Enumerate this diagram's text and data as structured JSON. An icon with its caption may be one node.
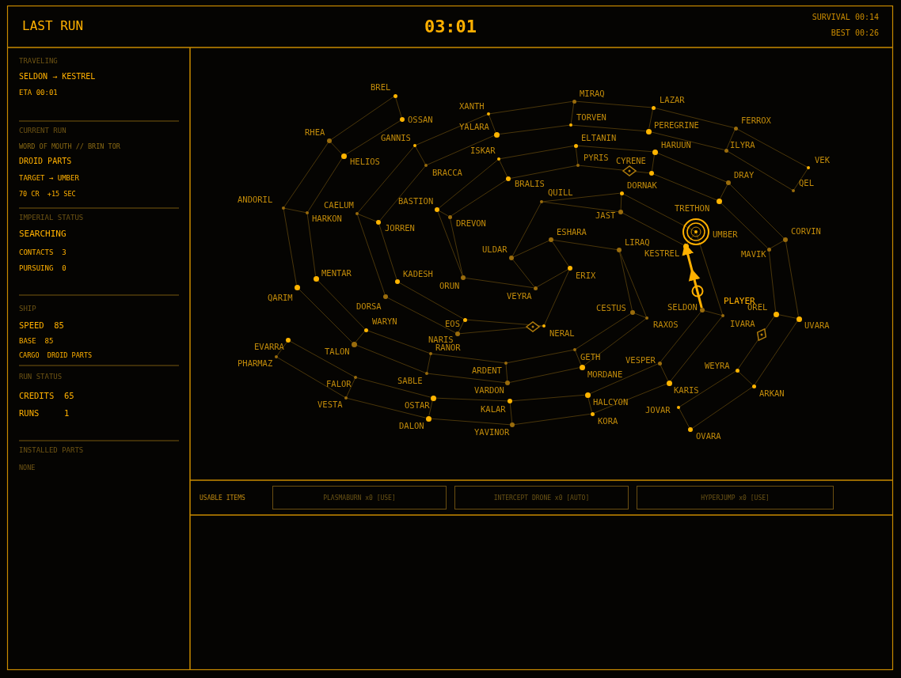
{
  "diagram": {
    "nodes": [
      {
        "text": [
          "BREL"
        ]
      },
      {
        "text": [
          "OSSAN"
        ]
      },
      {
        "text": [
          "RHEA"
        ]
      },
      {
        "text": [
          "HELIOS"
        ]
      },
      {
        "text": [
          "GANNIS"
        ]
      },
      {
        "text": [
          "BRACCA"
        ]
      },
      {
        "text": [
          "XANTH"
        ]
      },
      {
        "text": [
          "YALARA"
        ]
      },
      {
        "text": [
          "ISKAR"
        ]
      },
      {
        "text": [
          "BRALIS"
        ]
      },
      {
        "text": [
          "MIRAQ"
        ]
      },
      {
        "text": [
          "TORVEN"
        ]
      },
      {
        "text": [
          "LAZAR"
        ]
      },
      {
        "text": [
          "PEREGRINE"
        ]
      },
      {
        "text": [
          "FERROX"
        ]
      },
      {
        "text": [
          "ILYRA"
        ]
      },
      {
        "text": [
          "VEK"
        ]
      },
      {
        "text": [
          "QEL"
        ]
      },
      {
        "text": [
          "ELTANIN"
        ]
      },
      {
        "text": [
          "PYRIS"
        ]
      },
      {
        "text": [
          "HARUUN"
        ]
      },
      {
        "text": [
          "CYRENE"
        ]
      },
      {
        "text": [
          "DRAY"
        ]
      },
      {
        "text": [
          "TRETHON"
        ]
      },
      {
        "text": [
          "ANDORIL"
        ]
      },
      {
        "text": [
          "HARKON"
        ]
      },
      {
        "text": [
          "CAELUM"
        ]
      },
      {
        "text": [
          "JORREN"
        ]
      },
      {
        "text": [
          "BASTION"
        ]
      },
      {
        "text": [
          "DREVON"
        ]
      },
      {
        "text": [
          "QUILL"
        ]
      },
      {
        "text": [
          "DORNAK"
        ]
      },
      {
        "text": [
          "JAST"
        ]
      },
      {
        "text": [
          "UMBER"
        ]
      },
      {
        "text": [
          "KESTREL"
        ]
      },
      {
        "text": [
          "CORVIN"
        ]
      },
      {
        "text": [
          "MAVIK"
        ]
      },
      {
        "text": [
          "ESHARA"
        ]
      },
      {
        "text": [
          "LIRAQ"
        ]
      },
      {
        "text": [
          "ULDAR"
        ]
      },
      {
        "text": [
          "ERIX"
        ]
      },
      {
        "text": [
          "MENTAR"
        ]
      },
      {
        "text": [
          "QARIM"
        ]
      },
      {
        "text": [
          "KADESH"
        ]
      },
      {
        "text": [
          "DORSA"
        ]
      },
      {
        "text": [
          "ORUN"
        ]
      },
      {
        "text": [
          "VEYRA"
        ]
      },
      {
        "text": [
          "EOS"
        ]
      },
      {
        "text": [
          "NARIS"
        ]
      },
      {
        "text": [
          "NERAL"
        ]
      },
      {
        "text": [
          "CESTUS"
        ]
      },
      {
        "text": [
          "RAXOS"
        ]
      },
      {
        "text": [
          "SELDON"
        ]
      },
      {
        "text": [
          "IVARA"
        ]
      },
      {
        "text": [
          "OREL"
        ]
      },
      {
        "text": [
          "UVARA"
        ]
      },
      {
        "text": [
          "EVARRA"
        ]
      },
      {
        "text": [
          "PHARMAZ"
        ]
      },
      {
        "text": [
          "WARYN"
        ]
      },
      {
        "text": [
          "TALON"
        ]
      },
      {
        "text": [
          "RANOR"
        ]
      },
      {
        "text": [
          "SABLE"
        ]
      },
      {
        "text": [
          "ARDENT"
        ]
      },
      {
        "text": [
          "VARDON"
        ]
      },
      {
        "text": [
          "GETH"
        ]
      },
      {
        "text": [
          "MORDANE"
        ]
      },
      {
        "text": [
          "VESPER"
        ]
      },
      {
        "text": [
          "KARIS"
        ]
      },
      {
        "text": [
          "WEYRA"
        ]
      },
      {
        "text": [
          "ARKAN"
        ]
      },
      {
        "text": [
          "FALOR"
        ]
      },
      {
        "text": [
          "VESTA"
        ]
      },
      {
        "text": [
          "OSTAR"
        ]
      },
      {
        "text": [
          "DALON"
        ]
      },
      {
        "text": [
          "KALAR"
        ]
      },
      {
        "text": [
          "YAVINOR"
        ]
      },
      {
        "text": [
          "HALCYON"
        ]
      },
      {
        "text": [
          "KORA"
        ]
      },
      {
        "text": [
          "JOVAR"
        ]
      },
      {
        "text": [
          "OVARA"
        ]
      }
    ],
    "edges": [
      {
        "from": 0,
        "to": 1,
        "arrow": "none"
      },
      {
        "from": 0,
        "to": 2,
        "arrow": "none"
      },
      {
        "from": 2,
        "to": 3,
        "arrow": "none"
      },
      {
        "from": 1,
        "to": 3,
        "arrow": "none"
      },
      {
        "from": 2,
        "to": 24,
        "arrow": "none"
      },
      {
        "from": 3,
        "to": 25,
        "arrow": "none"
      },
      {
        "from": 24,
        "to": 25,
        "arrow": "none"
      },
      {
        "from": 24,
        "to": 42,
        "arrow": "none"
      },
      {
        "from": 25,
        "to": 41,
        "arrow": "none"
      },
      {
        "from": 41,
        "to": 58,
        "arrow": "none"
      },
      {
        "from": 42,
        "to": 59,
        "arrow": "none"
      },
      {
        "from": 58,
        "to": 59,
        "arrow": "none"
      },
      {
        "from": 58,
        "to": 60,
        "arrow": "none"
      },
      {
        "from": 59,
        "to": 61,
        "arrow": "none"
      },
      {
        "from": 60,
        "to": 61,
        "arrow": "none"
      },
      {
        "from": 60,
        "to": 62,
        "arrow": "none"
      },
      {
        "from": 61,
        "to": 63,
        "arrow": "none"
      },
      {
        "from": 62,
        "to": 63,
        "arrow": "none"
      },
      {
        "from": 62,
        "to": 64,
        "arrow": "none"
      },
      {
        "from": 63,
        "to": 65,
        "arrow": "none"
      },
      {
        "from": 64,
        "to": 65,
        "arrow": "none"
      },
      {
        "from": 64,
        "to": 50,
        "arrow": "none"
      },
      {
        "from": 65,
        "to": 51,
        "arrow": "none"
      },
      {
        "from": 50,
        "to": 51,
        "arrow": "none"
      },
      {
        "from": 38,
        "to": 50,
        "arrow": "none"
      },
      {
        "from": 38,
        "to": 51,
        "arrow": "none"
      },
      {
        "from": 4,
        "to": 5,
        "arrow": "none"
      },
      {
        "from": 4,
        "to": 6,
        "arrow": "none"
      },
      {
        "from": 5,
        "to": 7,
        "arrow": "none"
      },
      {
        "from": 6,
        "to": 7,
        "arrow": "none"
      },
      {
        "from": 4,
        "to": 26,
        "arrow": "none"
      },
      {
        "from": 5,
        "to": 27,
        "arrow": "none"
      },
      {
        "from": 26,
        "to": 27,
        "arrow": "none"
      },
      {
        "from": 26,
        "to": 44,
        "arrow": "none"
      },
      {
        "from": 27,
        "to": 43,
        "arrow": "none"
      },
      {
        "from": 43,
        "to": 47,
        "arrow": "none"
      },
      {
        "from": 44,
        "to": 48,
        "arrow": "none"
      },
      {
        "from": 47,
        "to": 48,
        "arrow": "none"
      },
      {
        "from": 47,
        "to": 49,
        "arrow": "none"
      },
      {
        "from": 48,
        "to": 49,
        "arrow": "none"
      },
      {
        "from": 6,
        "to": 10,
        "arrow": "none"
      },
      {
        "from": 7,
        "to": 11,
        "arrow": "none"
      },
      {
        "from": 10,
        "to": 11,
        "arrow": "none"
      },
      {
        "from": 10,
        "to": 12,
        "arrow": "none"
      },
      {
        "from": 11,
        "to": 13,
        "arrow": "none"
      },
      {
        "from": 12,
        "to": 13,
        "arrow": "none"
      },
      {
        "from": 12,
        "to": 14,
        "arrow": "none"
      },
      {
        "from": 13,
        "to": 15,
        "arrow": "none"
      },
      {
        "from": 14,
        "to": 15,
        "arrow": "none"
      },
      {
        "from": 14,
        "to": 16,
        "arrow": "none"
      },
      {
        "from": 15,
        "to": 17,
        "arrow": "none"
      },
      {
        "from": 16,
        "to": 17,
        "arrow": "none"
      },
      {
        "from": 8,
        "to": 9,
        "arrow": "none"
      },
      {
        "from": 8,
        "to": 18,
        "arrow": "none"
      },
      {
        "from": 9,
        "to": 19,
        "arrow": "none"
      },
      {
        "from": 18,
        "to": 19,
        "arrow": "none"
      },
      {
        "from": 18,
        "to": 20,
        "arrow": "none"
      },
      {
        "from": 19,
        "to": 21,
        "arrow": "none"
      },
      {
        "from": 20,
        "to": 21,
        "arrow": "none"
      },
      {
        "from": 20,
        "to": 22,
        "arrow": "none"
      },
      {
        "from": 21,
        "to": 23,
        "arrow": "none"
      },
      {
        "from": 22,
        "to": 23,
        "arrow": "none"
      },
      {
        "from": 22,
        "to": 35,
        "arrow": "none"
      },
      {
        "from": 23,
        "to": 36,
        "arrow": "none"
      },
      {
        "from": 35,
        "to": 36,
        "arrow": "none"
      },
      {
        "from": 36,
        "to": 54,
        "arrow": "none"
      },
      {
        "from": 35,
        "to": 55,
        "arrow": "none"
      },
      {
        "from": 54,
        "to": 55,
        "arrow": "none"
      },
      {
        "from": 54,
        "to": 68,
        "arrow": "none"
      },
      {
        "from": 55,
        "to": 69,
        "arrow": "none"
      },
      {
        "from": 68,
        "to": 69,
        "arrow": "none"
      },
      {
        "from": 68,
        "to": 78,
        "arrow": "none"
      },
      {
        "from": 69,
        "to": 79,
        "arrow": "none"
      },
      {
        "from": 78,
        "to": 79,
        "arrow": "none"
      },
      {
        "from": 8,
        "to": 28,
        "arrow": "none"
      },
      {
        "from": 9,
        "to": 29,
        "arrow": "none"
      },
      {
        "from": 28,
        "to": 29,
        "arrow": "none"
      },
      {
        "from": 28,
        "to": 45,
        "arrow": "none"
      },
      {
        "from": 29,
        "to": 45,
        "arrow": "none"
      },
      {
        "from": 45,
        "to": 46,
        "arrow": "none"
      },
      {
        "from": 39,
        "to": 46,
        "arrow": "none"
      },
      {
        "from": 39,
        "to": 30,
        "arrow": "none"
      },
      {
        "from": 39,
        "to": 37,
        "arrow": "none"
      },
      {
        "from": 37,
        "to": 38,
        "arrow": "none"
      },
      {
        "from": 37,
        "to": 40,
        "arrow": "none"
      },
      {
        "from": 46,
        "to": 40,
        "arrow": "none"
      },
      {
        "from": 40,
        "to": 49,
        "arrow": "none"
      },
      {
        "from": 30,
        "to": 31,
        "arrow": "none"
      },
      {
        "from": 30,
        "to": 32,
        "arrow": "none"
      },
      {
        "from": 31,
        "to": 32,
        "arrow": "none"
      },
      {
        "from": 31,
        "to": 33,
        "arrow": "none"
      },
      {
        "from": 32,
        "to": 34,
        "arrow": "none"
      },
      {
        "from": 33,
        "to": 34,
        "arrow": "none"
      },
      {
        "from": 33,
        "to": 53,
        "arrow": "none"
      },
      {
        "from": 52,
        "to": 34,
        "arrow": "to",
        "style": "thick",
        "color": "#ffb000"
      },
      {
        "from": 52,
        "to": 53,
        "arrow": "none"
      },
      {
        "from": 66,
        "to": 52,
        "arrow": "none"
      },
      {
        "from": 67,
        "to": 53,
        "arrow": "none"
      },
      {
        "from": 66,
        "to": 67,
        "arrow": "none"
      },
      {
        "from": 76,
        "to": 66,
        "arrow": "none"
      },
      {
        "from": 77,
        "to": 67,
        "arrow": "none"
      },
      {
        "from": 76,
        "to": 77,
        "arrow": "none"
      },
      {
        "from": 74,
        "to": 76,
        "arrow": "none"
      },
      {
        "from": 75,
        "to": 77,
        "arrow": "none"
      },
      {
        "from": 74,
        "to": 75,
        "arrow": "none"
      },
      {
        "from": 72,
        "to": 74,
        "arrow": "none"
      },
      {
        "from": 73,
        "to": 75,
        "arrow": "none"
      },
      {
        "from": 72,
        "to": 73,
        "arrow": "none"
      },
      {
        "from": 70,
        "to": 72,
        "arrow": "none"
      },
      {
        "from": 71,
        "to": 73,
        "arrow": "none"
      },
      {
        "from": 70,
        "to": 71,
        "arrow": "none"
      },
      {
        "from": 56,
        "to": 70,
        "arrow": "none"
      },
      {
        "from": 57,
        "to": 71,
        "arrow": "none"
      },
      {
        "from": 56,
        "to": 57,
        "arrow": "none"
      }
    ],
    "labels": [
      "LAST RUN",
      "03:01",
      "SURVIVAL 00:14",
      "BEST 00:26",
      "TRAVELING",
      "SELDON → KESTREL",
      "ETA 00:01",
      "CURRENT RUN",
      "WORD OF MOUTH // BRIN TOR",
      "DROID PARTS",
      "TARGET → UMBER",
      "70 CR  +15 SEC",
      "IMPERIAL STATUS",
      "SEARCHING",
      "CONTACTS  3",
      "PURSUING  0",
      "SHIP",
      "SPEED  85",
      "BASE  85",
      "CARGO  DROID PARTS",
      "RUN STATUS",
      "CREDITS  65",
      "RUNS     1",
      "INSTALLED PARTS",
      "NONE",
      "PLAYER",
      "USABLE ITEMS",
      "PLASMABURN x0 [USE]",
      "INTERCEPT DRONE x0 [AUTO]",
      "HYPERJUMP x0 [USE]"
    ]
  }
}
